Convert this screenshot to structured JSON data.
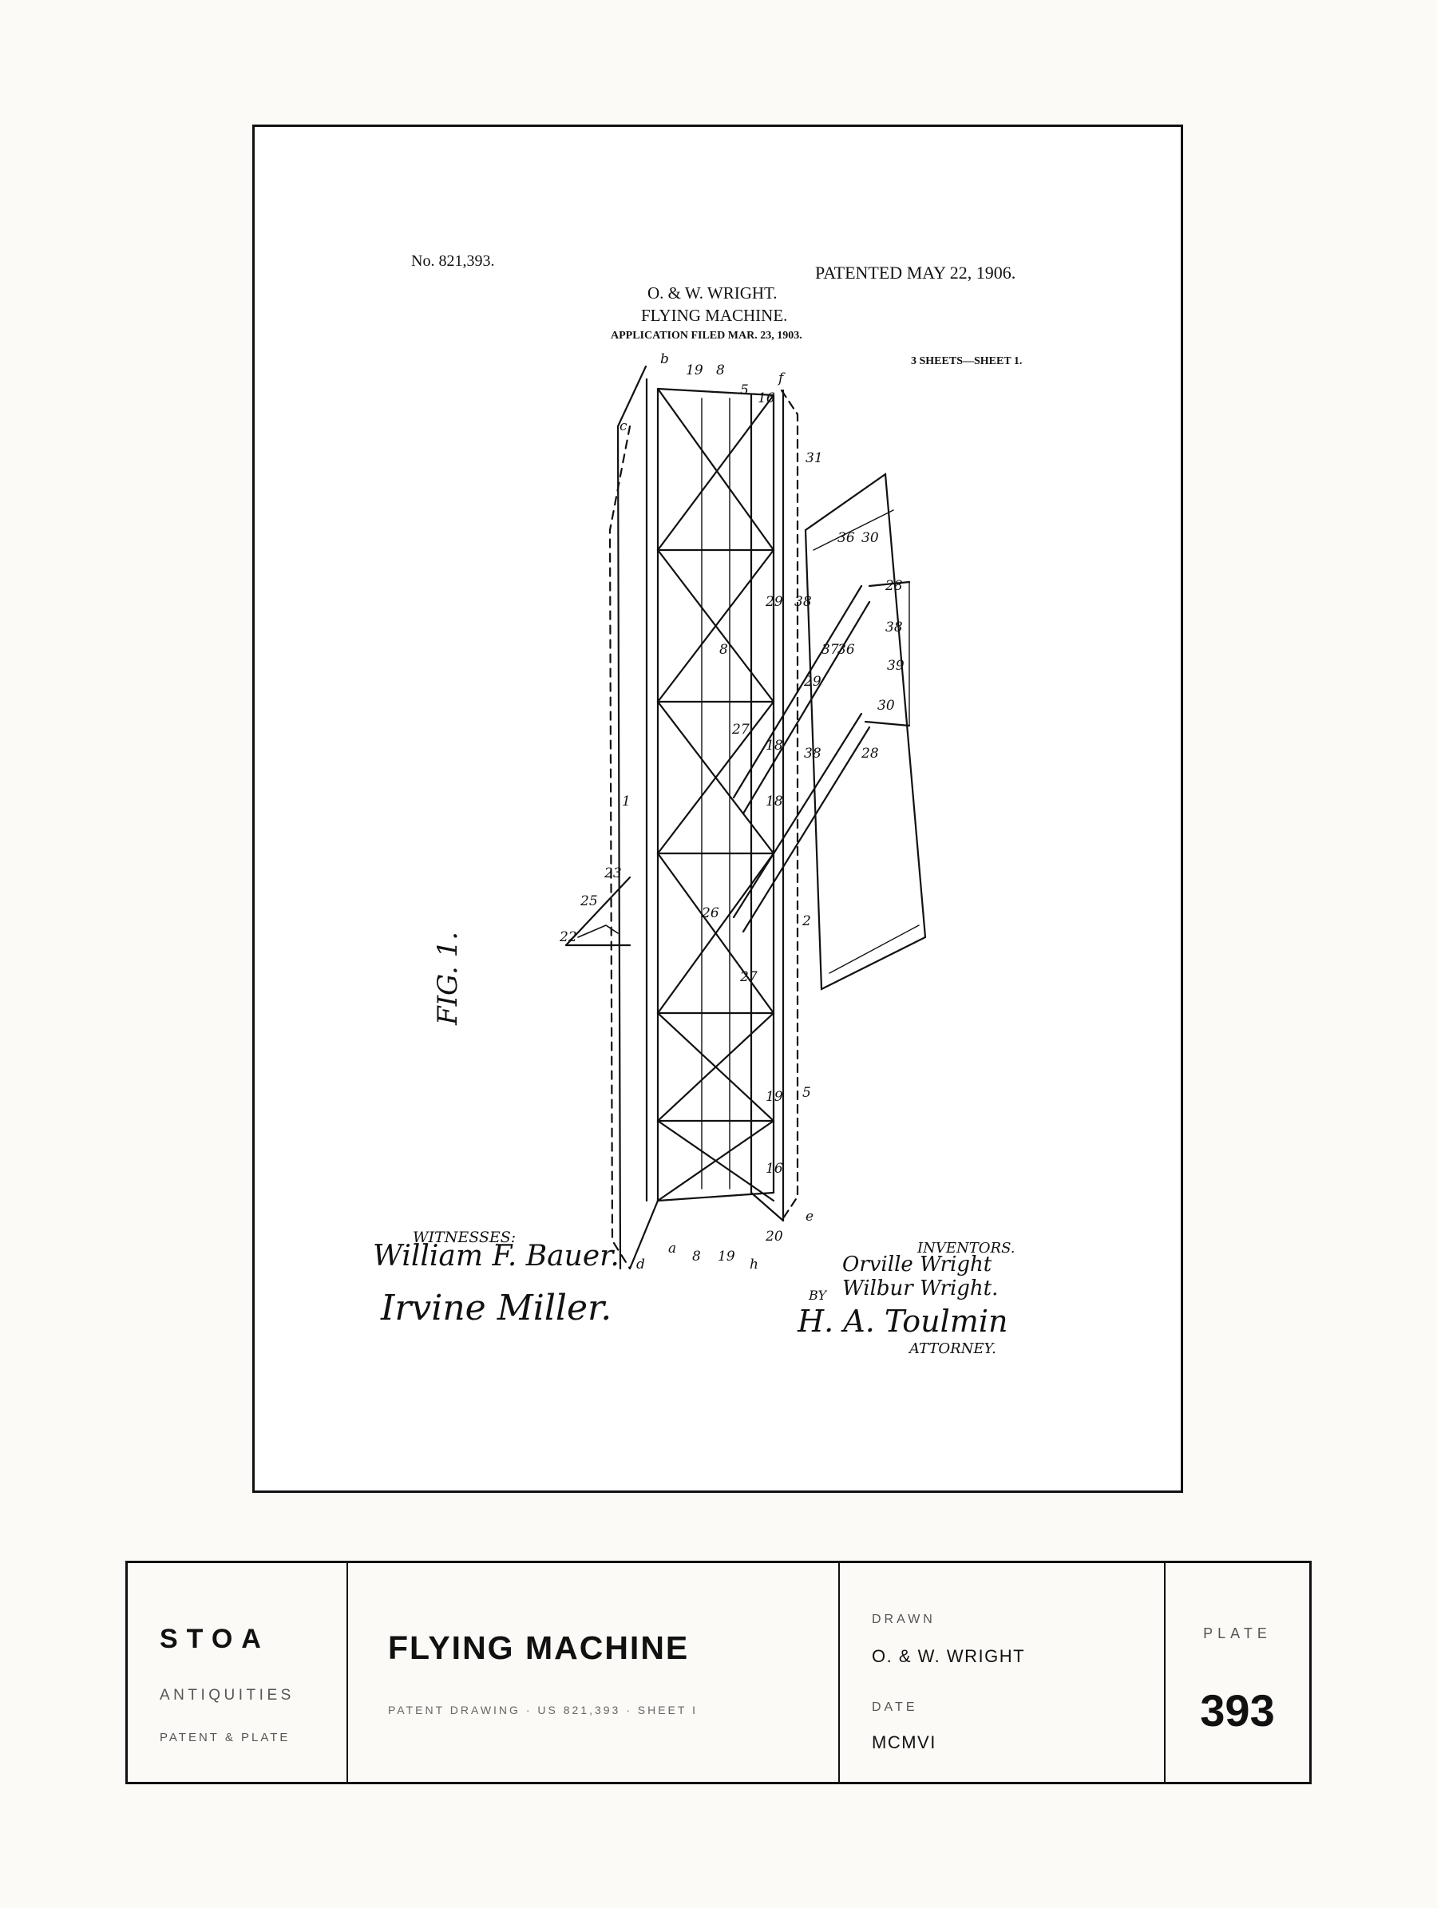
{
  "drawing": {
    "patent_no": "No. 821,393.",
    "patented": "PATENTED MAY 22, 1906.",
    "inventors_line": "O. & W. WRIGHT.",
    "title": "FLYING MACHINE.",
    "filed": "APPLICATION FILED MAR. 23, 1903.",
    "sheets": "3 SHEETS—SHEET 1.",
    "fig": "FIG. 1.",
    "witnesses_label": "WITNESSES:",
    "witness_1": "William F. Bauer.",
    "witness_2": "Irvine Miller.",
    "inventors_label": "INVENTORS.",
    "inventor_1": "Orville Wright",
    "inventor_2": "Wilbur Wright.",
    "by": "BY",
    "attorney_sig": "H. A. Toulmin",
    "attorney_label": "ATTORNEY."
  },
  "title_block": {
    "brand": "STOA",
    "brand_sub": "ANTIQUITIES",
    "brand_tag": "PATENT & PLATE",
    "title": "FLYING MACHINE",
    "subtitle": "PATENT DRAWING · US 821,393 · SHEET I",
    "drawn_label": "DRAWN",
    "drawn_value": "O. & W. WRIGHT",
    "date_label": "DATE",
    "date_value": "MCMVI",
    "plate_label": "PLATE",
    "plate_number": "393"
  }
}
